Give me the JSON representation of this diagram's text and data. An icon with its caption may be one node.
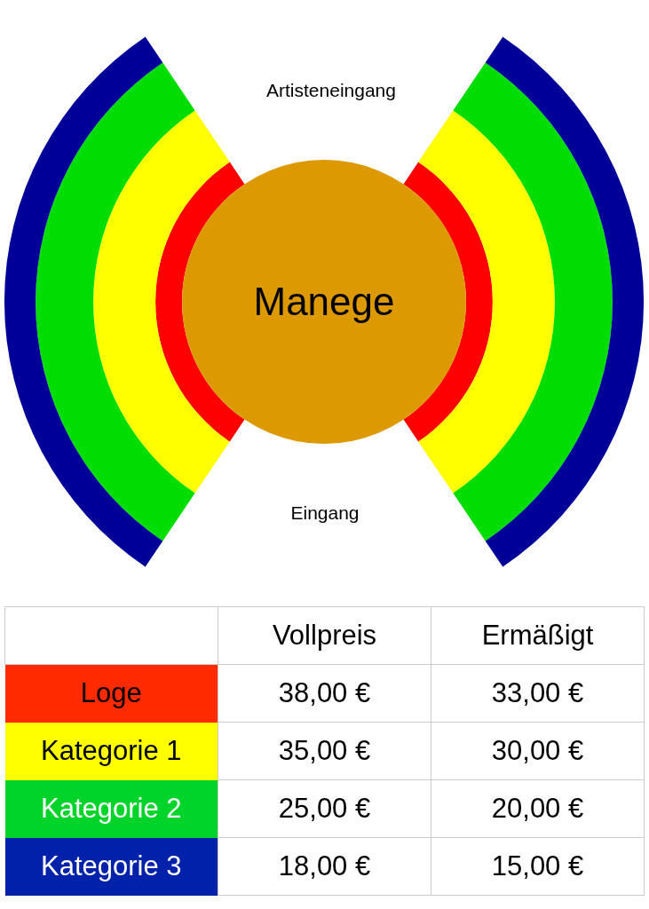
{
  "diagram": {
    "nodes": [
      {
        "text": [
          "Manege"
        ]
      }
    ],
    "labels": [
      "Artisteneingang",
      "Eingang",
      "Vollpreis",
      "Ermäßigt",
      "Loge",
      "38,00 €",
      "33,00 €",
      "Kategorie 1",
      "35,00 €",
      "30,00 €",
      "Kategorie 2",
      "25,00 €",
      "20,00 €",
      "Kategorie 3",
      "18,00 €",
      "15,00 €"
    ]
  }
}
